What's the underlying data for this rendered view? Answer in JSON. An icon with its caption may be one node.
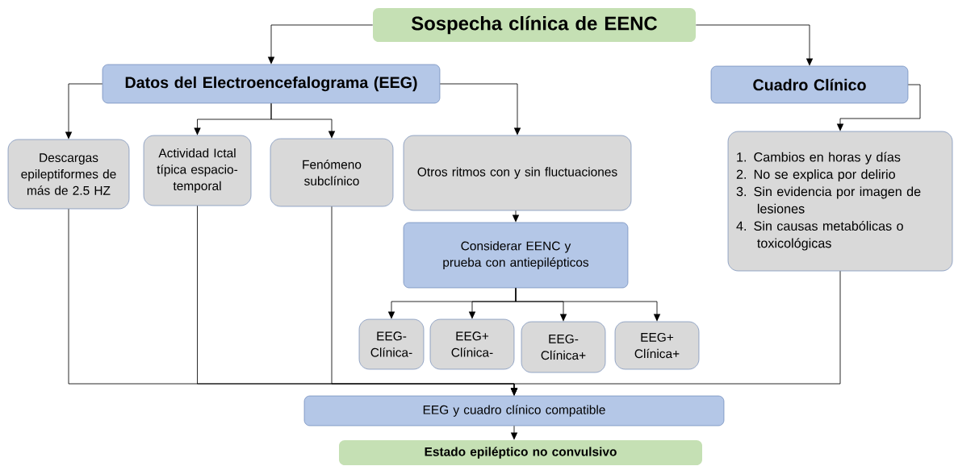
{
  "diagram": {
    "nodes": [
      {
        "text": [
          "Sospecha clínica de EENC"
        ]
      },
      {
        "text": [
          "Datos del Electroencefalograma (EEG)"
        ]
      },
      {
        "text": [
          "Cuadro Clínico"
        ]
      },
      {
        "text": [
          "Descargas epileptiformes de más de 2.5 HZ"
        ]
      },
      {
        "text": [
          "Actividad Ictal típica espacio-temporal"
        ]
      },
      {
        "text": [
          "Fenómeno subclínico"
        ]
      },
      {
        "text": [
          "Otros ritmos con y sin fluctuaciones"
        ]
      },
      {
        "text": [
          "Considerar EENC y prueba con antiepilépticos"
        ]
      },
      {
        "text": [
          "EEG- Clínica-"
        ]
      },
      {
        "text": [
          "EEG+ Clínica-"
        ]
      },
      {
        "text": [
          "EEG- Clínica+"
        ]
      },
      {
        "text": [
          "EEG+ Clínica+"
        ]
      },
      {
        "text": [
          "1. Cambios en horas y días",
          "2. No se explica por delirio",
          "3. Sin evidencia por imagen de lesiones",
          "4. Sin causas metabólicas o toxicológicas"
        ]
      },
      {
        "text": [
          "EEG y cuadro clínico compatible"
        ]
      },
      {
        "text": [
          "Estado epiléptico no convulsivo"
        ]
      }
    ],
    "edges": [
      {
        "from": 0,
        "to": 1,
        "arrow": "to"
      },
      {
        "from": 0,
        "to": 2,
        "arrow": "to"
      },
      {
        "from": 1,
        "to": 3,
        "arrow": "to"
      },
      {
        "from": 1,
        "to": 4,
        "arrow": "to"
      },
      {
        "from": 1,
        "to": 5,
        "arrow": "to"
      },
      {
        "from": 1,
        "to": 6,
        "arrow": "to"
      },
      {
        "from": 2,
        "to": 12,
        "arrow": "to"
      },
      {
        "from": 6,
        "to": 7,
        "arrow": "to"
      },
      {
        "from": 7,
        "to": 8,
        "arrow": "to"
      },
      {
        "from": 7,
        "to": 9,
        "arrow": "to"
      },
      {
        "from": 7,
        "to": 10,
        "arrow": "to"
      },
      {
        "from": 7,
        "to": 11,
        "arrow": "to"
      },
      {
        "from": 3,
        "to": 13,
        "arrow": "to"
      },
      {
        "from": 4,
        "to": 13,
        "arrow": "to"
      },
      {
        "from": 5,
        "to": 13,
        "arrow": "to"
      },
      {
        "from": 12,
        "to": 13,
        "arrow": "to"
      },
      {
        "from": 13,
        "to": 14,
        "arrow": "to"
      }
    ]
  }
}
